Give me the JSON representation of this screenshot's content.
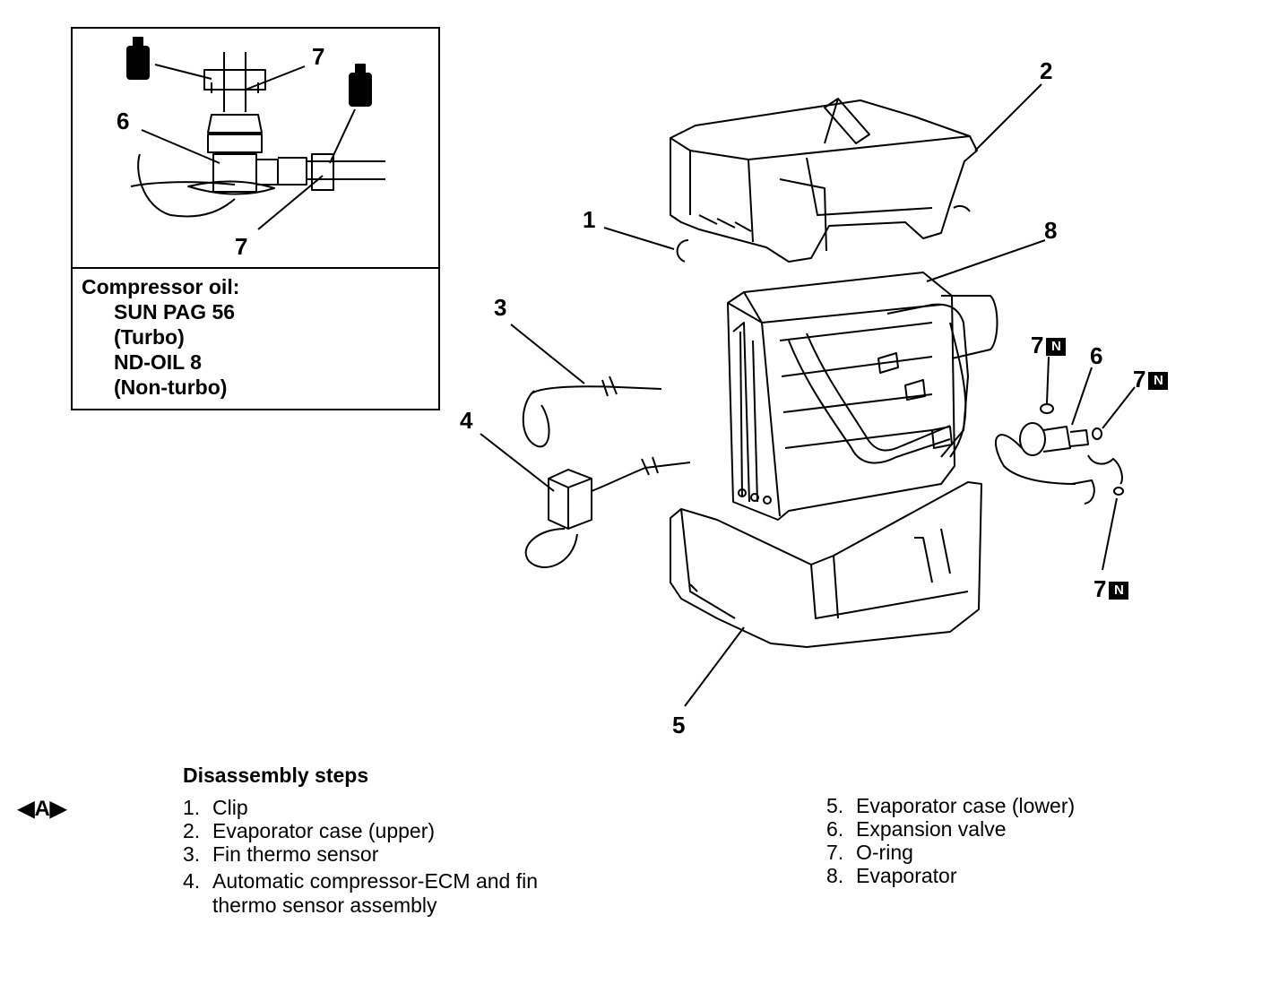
{
  "inset": {
    "callouts": [
      "7",
      "6",
      "7"
    ],
    "oil_heading": "Compressor oil:",
    "oil_lines": [
      "SUN PAG 56",
      "(Turbo)",
      "ND-OIL 8",
      "(Non-turbo)"
    ]
  },
  "callouts": {
    "c1": "1",
    "c2": "2",
    "c3": "3",
    "c4": "4",
    "c5": "5",
    "c6": "6",
    "c8": "8",
    "c7a": "7",
    "c7b": "7",
    "c7c": "7",
    "n_badge": "N"
  },
  "steps": {
    "title": "Disassembly steps",
    "service_marker": "◀A▶",
    "left": [
      {
        "num": "1.",
        "text": "Clip"
      },
      {
        "num": "2.",
        "text": "Evaporator case (upper)"
      },
      {
        "num": "3.",
        "text": "Fin thermo sensor"
      },
      {
        "num": "4.",
        "text": "Automatic compressor-ECM and fin"
      },
      {
        "num": "",
        "text": "thermo sensor assembly"
      }
    ],
    "right": [
      {
        "num": "5.",
        "text": "Evaporator case (lower)"
      },
      {
        "num": "6.",
        "text": "Expansion valve"
      },
      {
        "num": "7.",
        "text": "O-ring"
      },
      {
        "num": "8.",
        "text": "Evaporator"
      }
    ]
  }
}
